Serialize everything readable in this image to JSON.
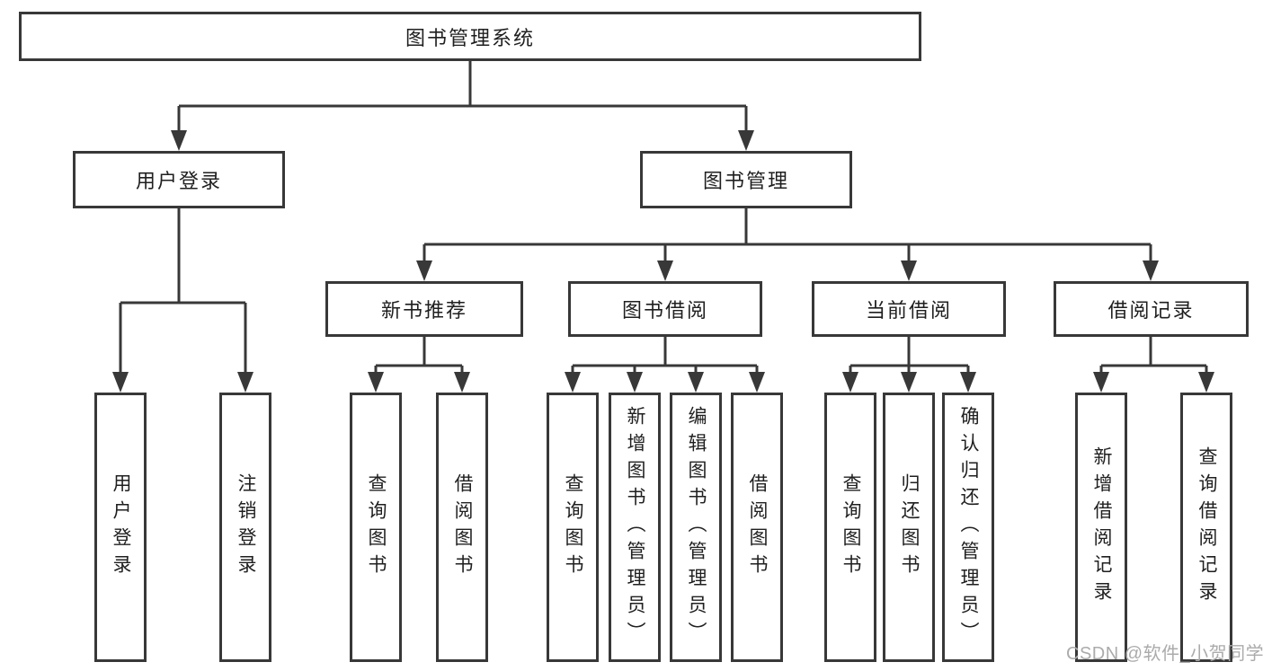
{
  "diagram": {
    "root": {
      "label": "图书管理系统"
    },
    "branches": [
      {
        "label": "用户登录",
        "children": [
          {
            "label": "用户登录"
          },
          {
            "label": "注销登录"
          }
        ]
      },
      {
        "label": "图书管理",
        "children": [
          {
            "label": "新书推荐",
            "children": [
              {
                "label": "查询图书"
              },
              {
                "label": "借阅图书"
              }
            ]
          },
          {
            "label": "图书借阅",
            "children": [
              {
                "label": "查询图书"
              },
              {
                "label": "新增图书（管理员）"
              },
              {
                "label": "编辑图书（管理员）"
              },
              {
                "label": "借阅图书"
              }
            ]
          },
          {
            "label": "当前借阅",
            "children": [
              {
                "label": "查询图书"
              },
              {
                "label": "归还图书"
              },
              {
                "label": "确认归还（管理员）"
              }
            ]
          },
          {
            "label": "借阅记录",
            "children": [
              {
                "label": "新增借阅记录"
              },
              {
                "label": "查询借阅记录"
              }
            ]
          }
        ]
      }
    ],
    "watermark": {
      "text": "CSDN @软件_小贺同学"
    },
    "colors": {
      "line": "#383838",
      "text": "#1f1f1f",
      "bg": "#ffffff",
      "watermark": "#ababab"
    }
  }
}
